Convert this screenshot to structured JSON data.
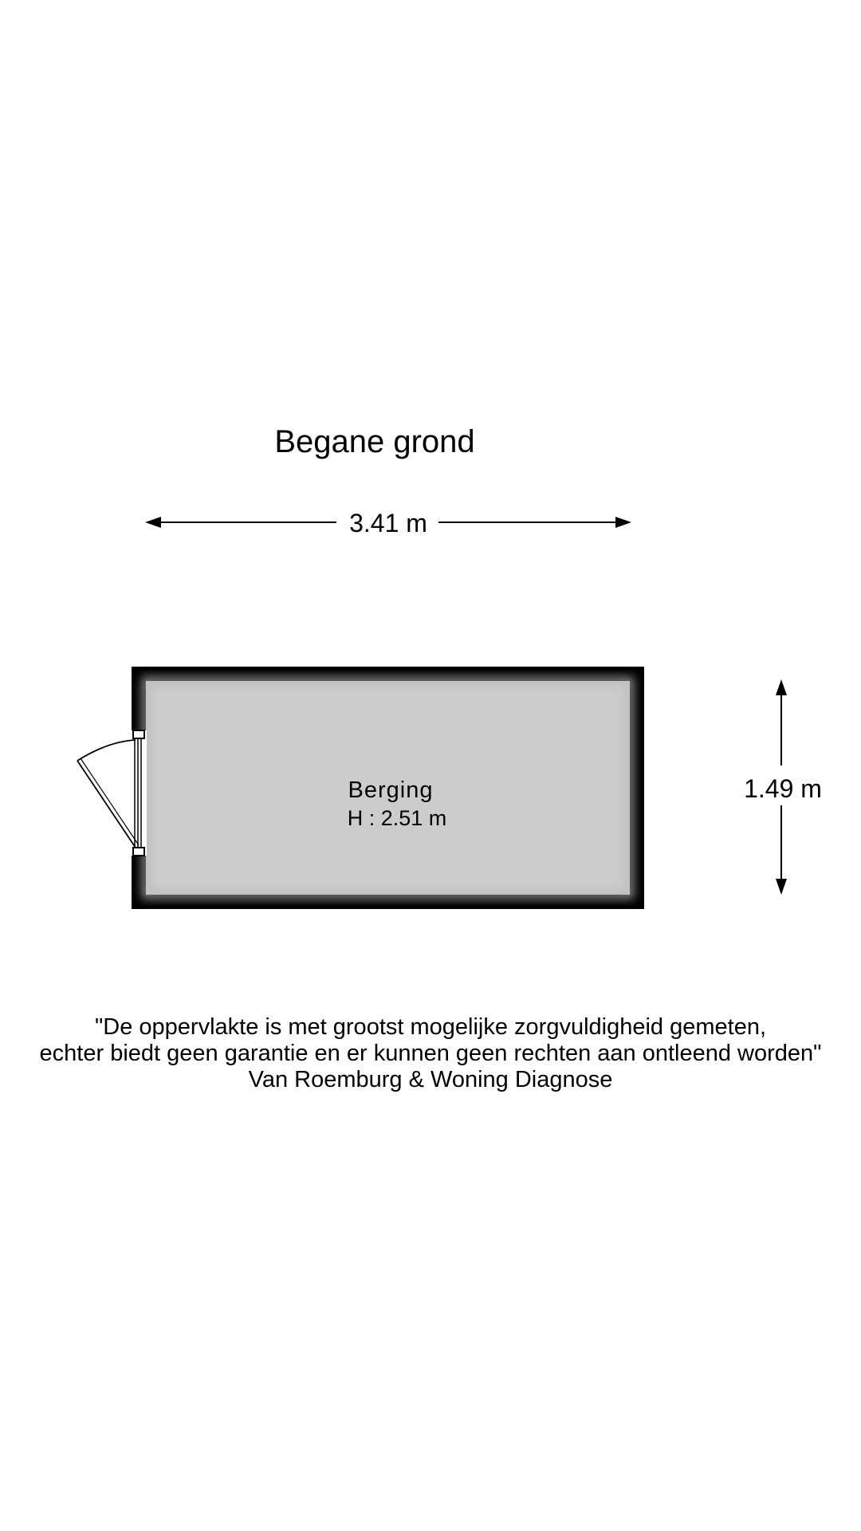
{
  "floor_title": "Begane grond",
  "dimensions": {
    "width_label": "3.41 m",
    "depth_label": "1.49 m"
  },
  "room": {
    "name": "Berging",
    "height_label": "H : 2.51 m"
  },
  "disclaimer": {
    "line1": "\"De oppervlakte is met grootst mogelijke zorgvuldigheid gemeten,",
    "line2": "echter biedt geen garantie en er kunnen geen rechten aan ontleend worden\"",
    "line3": "Van Roemburg & Woning Diagnose"
  },
  "colors": {
    "wall": "#000000",
    "room_fill": "#cccccc",
    "background": "#ffffff"
  }
}
